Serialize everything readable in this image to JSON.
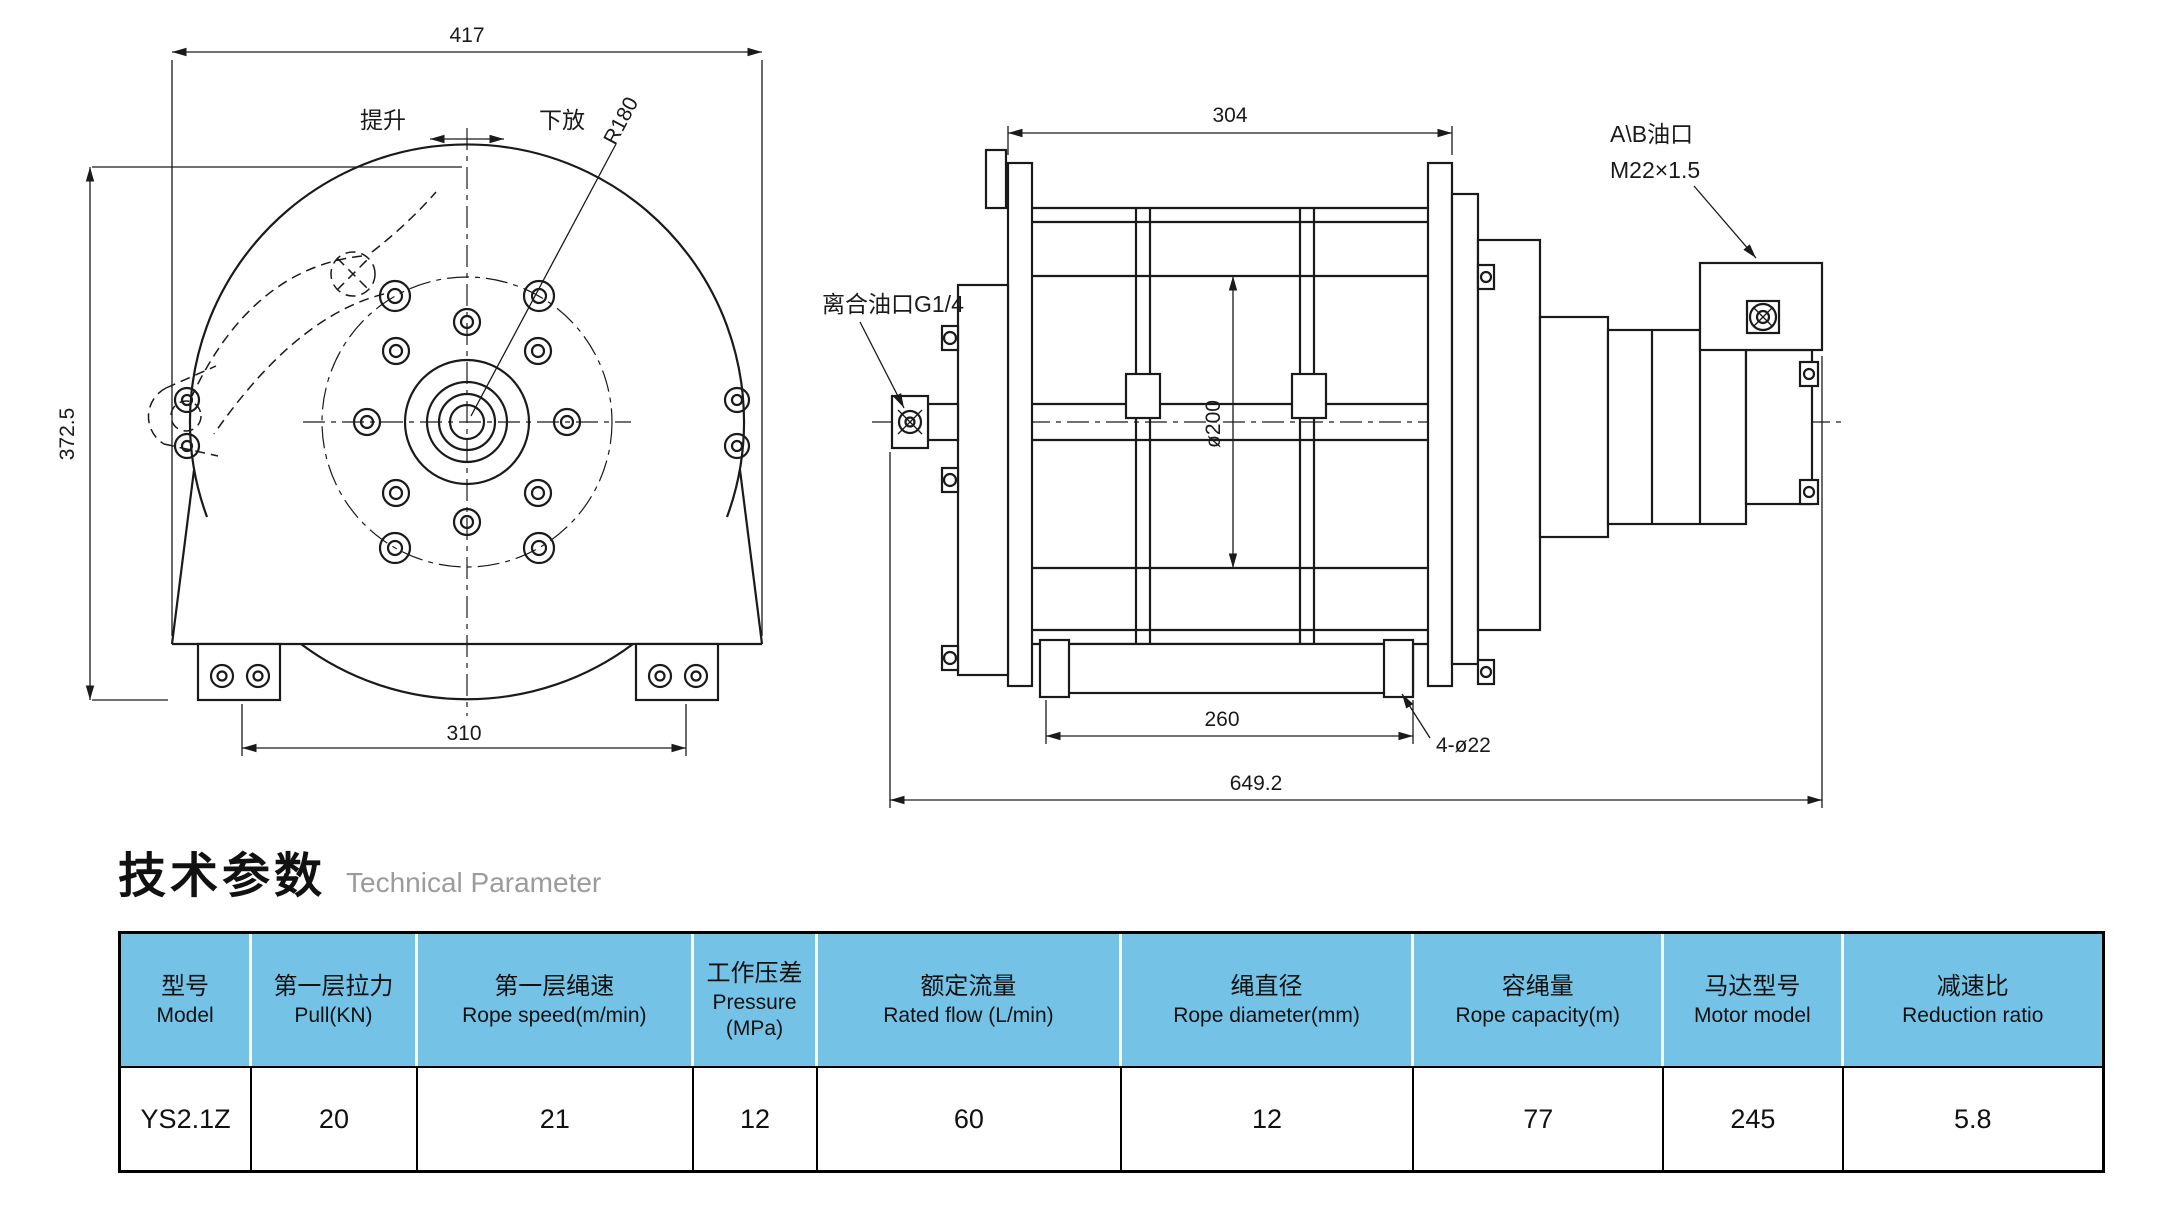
{
  "drawing": {
    "front": {
      "dim_width": "417",
      "dim_height": "372.5",
      "dim_foot_span": "310",
      "label_lift": "提升",
      "label_lower": "下放",
      "label_radius": "R180"
    },
    "side": {
      "dim_drum_length": "304",
      "dim_drum_diameter": "ø200",
      "dim_base_span": "260",
      "dim_overall_length": "649.2",
      "label_holes": "4-ø22",
      "label_clutch_port": "离合油口G1/4",
      "label_ab_port": "A\\B油口",
      "label_ab_thread": "M22×1.5"
    }
  },
  "section": {
    "title_cn": "技术参数",
    "title_en": "Technical Parameter"
  },
  "table": {
    "header_color": "#74c3e6",
    "columns": [
      {
        "cn": "型号",
        "en": "Model"
      },
      {
        "cn": "第一层拉力",
        "en": "Pull(KN)"
      },
      {
        "cn": "第一层绳速",
        "en": "Rope speed(m/min)"
      },
      {
        "cn": "工作压差",
        "en": "Pressure (MPa)"
      },
      {
        "cn": "额定流量",
        "en": "Rated flow (L/min)"
      },
      {
        "cn": "绳直径",
        "en": "Rope diameter(mm)"
      },
      {
        "cn": "容绳量",
        "en": "Rope capacity(m)"
      },
      {
        "cn": "马达型号",
        "en": "Motor model"
      },
      {
        "cn": "减速比",
        "en": "Reduction ratio"
      }
    ],
    "values": [
      "YS2.1Z",
      "20",
      "21",
      "12",
      "60",
      "12",
      "77",
      "245",
      "5.8"
    ]
  }
}
